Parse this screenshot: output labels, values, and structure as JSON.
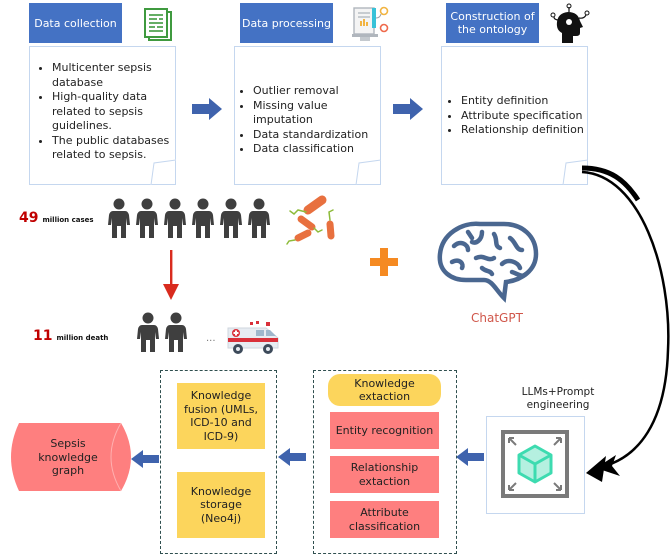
{
  "stages": [
    {
      "title": "Data collection",
      "icon": "document-list-icon",
      "items": [
        "Multicenter sepsis database",
        "High-quality data related to sepsis guidelines.",
        "The public databases related to sepsis."
      ]
    },
    {
      "title": "Data processing",
      "icon": "data-monitor-gear-icon",
      "items": [
        "Outlier removal",
        "Missing value imputation",
        "Data standardization",
        "Data classification"
      ]
    },
    {
      "title": "Construction of the ontology",
      "icon": "head-lightbulb-icon",
      "items": [
        "Entity definition",
        "Attribute specification",
        "Relationship definition"
      ]
    }
  ],
  "stats": {
    "cases_number": "49",
    "cases_label": "million cases",
    "death_number": "11",
    "death_label": "million death",
    "ellipsis": "..."
  },
  "chatgpt": {
    "label": "ChatGPT"
  },
  "llm": {
    "label": "LLMs+Prompt engineering"
  },
  "extraction": {
    "header": "Knowledge extaction",
    "steps": [
      "Entity recognition",
      "Relationship extaction",
      "Attribute classification"
    ]
  },
  "fusion": {
    "items": [
      "Knowledge fusion (UMLs, ICD-10 and ICD-9)",
      "Knowledge storage (Neo4j)"
    ]
  },
  "output": {
    "label": "Sepsis knowledge graph"
  },
  "colors": {
    "header_blue": "#4472c4",
    "arrow_blue": "#3f63ad",
    "yellow": "#fcd55c",
    "red_box": "#fe7f7f",
    "stat_red": "#c00000",
    "chatgpt_red": "#d0564a",
    "brain": "#4a6790",
    "cube": "#3ddbb0"
  }
}
